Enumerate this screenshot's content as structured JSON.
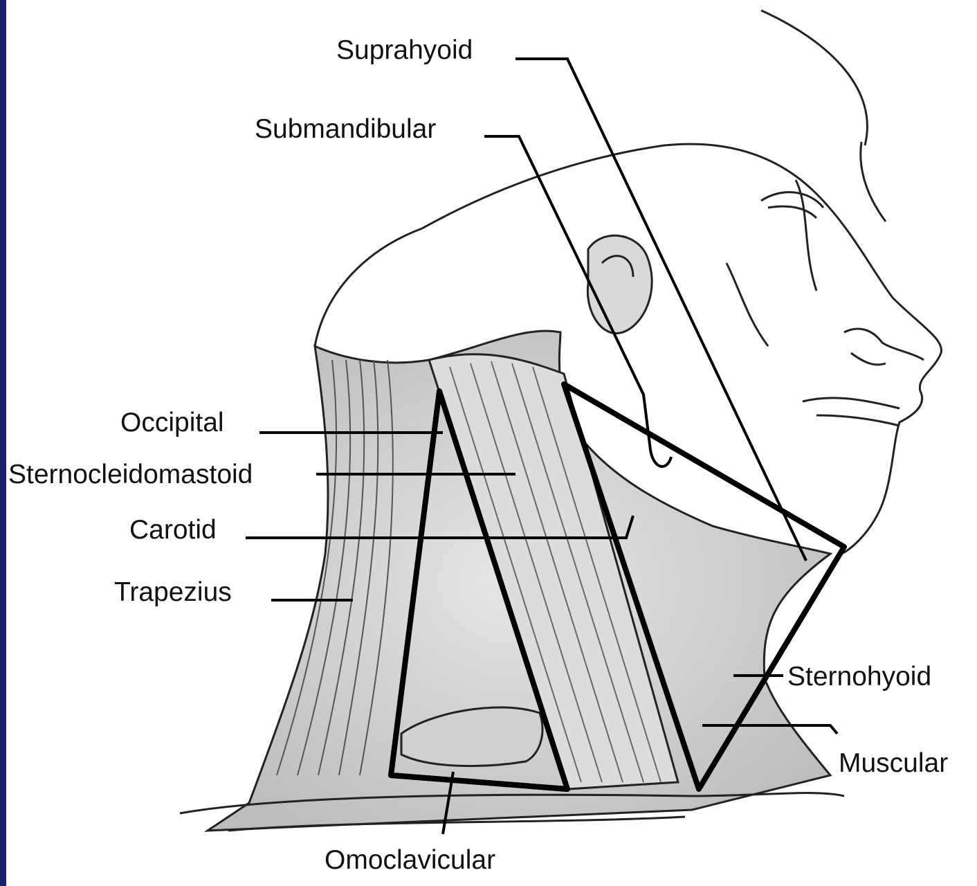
{
  "labels": {
    "suprahyoid": "Suprahyoid",
    "submandibular": "Submandibular",
    "occipital": "Occipital",
    "sternocleidomastoid": "Sternocleidomastoid",
    "carotid": "Carotid",
    "trapezius": "Trapezius",
    "sternohyoid": "Sternohyoid",
    "muscular": "Muscular",
    "omoclavicular": "Omoclavicular"
  },
  "colors": {
    "background": "#ffffff",
    "ink": "#111111",
    "frame": "#1a1f6e",
    "shade": "#cfcfcf"
  }
}
